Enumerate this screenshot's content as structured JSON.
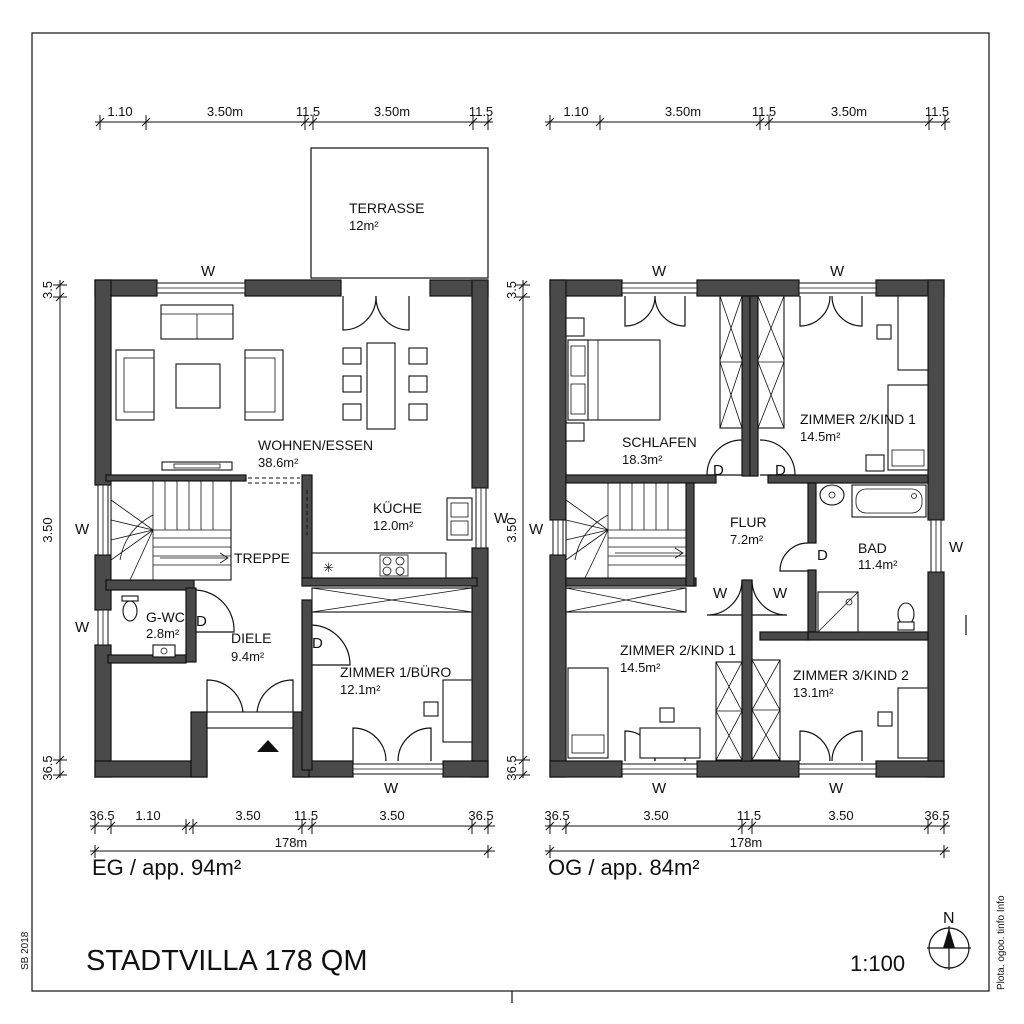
{
  "title": "STADTVILLA 178 QM",
  "scale": "1:100",
  "north": "N",
  "side_note_left": "SB 2018",
  "side_note_right": "Plota. ogoo. tinfo Info",
  "window_mark": "W",
  "door_mark": "D",
  "floors": [
    {
      "id": "eg",
      "label": "EG / app. 94m²",
      "top_dims": [
        "1.10",
        "3.50m",
        "11.5",
        "3.50m",
        "11.5"
      ],
      "bottom_dims": [
        "36.5",
        "1.10",
        "3.50",
        "11.5",
        "3.50",
        "36.5"
      ],
      "total": "178m",
      "left_dims": [
        "3.5",
        "3.50",
        "36.5"
      ],
      "rooms": [
        {
          "name": "TERRASSE",
          "area": "12m²"
        },
        {
          "name": "WOHNEN/ESSEN",
          "area": "38.6m²"
        },
        {
          "name": "KÜCHE",
          "area": "12.0m²"
        },
        {
          "name": "TREPPE",
          "area": ""
        },
        {
          "name": "G-WC",
          "area": "2.8m²"
        },
        {
          "name": "DIELE",
          "area": "9.4m²"
        },
        {
          "name": "ZIMMER 1/BÜRO",
          "area": "12.1m²"
        }
      ]
    },
    {
      "id": "og",
      "label": "OG / app. 84m²",
      "top_dims": [
        "1.10",
        "3.50m",
        "11.5",
        "3.50m",
        "11.5"
      ],
      "bottom_dims": [
        "36.5",
        "3.50",
        "11.5",
        "3.50",
        "36.5"
      ],
      "total": "178m",
      "left_dims": [
        "3.5",
        "3.50",
        "36.5"
      ],
      "rooms": [
        {
          "name": "SCHLAFEN",
          "area": "18.3m²"
        },
        {
          "name": "ZIMMER 2/KIND 1",
          "area": "14.5m²"
        },
        {
          "name": "FLUR",
          "area": "7.2m²"
        },
        {
          "name": "BAD",
          "area": "11.4m²"
        },
        {
          "name": "ZIMMER 2/KIND 1",
          "area": "14.5m²"
        },
        {
          "name": "ZIMMER 3/KIND 2",
          "area": "13.1m²"
        }
      ]
    }
  ]
}
